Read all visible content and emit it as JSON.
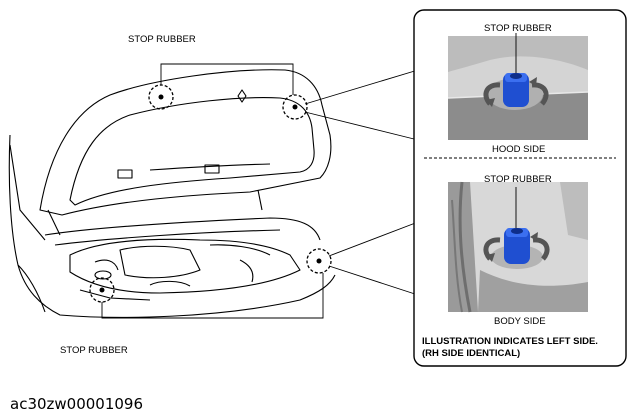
{
  "diagram": {
    "main_labels": {
      "top_stop_rubber": "STOP RUBBER",
      "bottom_stop_rubber": "STOP RUBBER"
    },
    "detail_panel": {
      "hood_detail": {
        "title": "STOP RUBBER",
        "caption": "HOOD SIDE"
      },
      "body_detail": {
        "title": "STOP RUBBER",
        "caption": "BODY SIDE"
      },
      "note_line1": "ILLUSTRATION INDICATES LEFT SIDE.",
      "note_line2": "(RH SIDE IDENTICAL)"
    },
    "figure_id": "ac30zw00001096"
  },
  "colors": {
    "rubber_blue": "#1f4fd1",
    "arrow_gray": "#666666",
    "photo_bg": "#d2d2d2"
  }
}
